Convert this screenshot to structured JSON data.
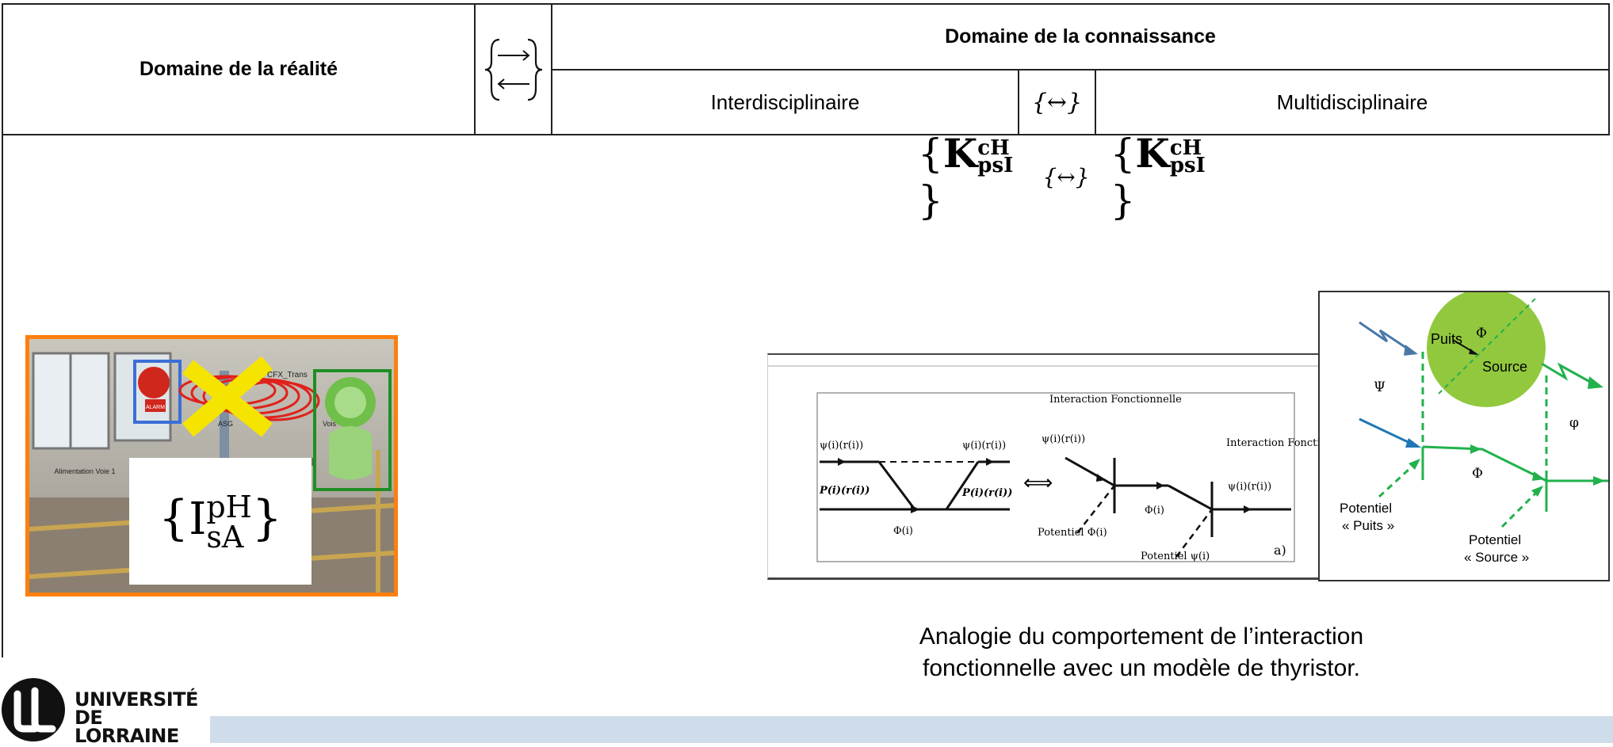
{
  "header": {
    "reality": "Domaine de la réalité",
    "knowledge": "Domaine de la connaissance",
    "inter": "Interdisciplinaire",
    "multi": "Multidisciplinaire",
    "arrow_right": "→",
    "arrow_left": "←",
    "biarrow": "↔"
  },
  "math": {
    "K_base": "K",
    "K_sup": "cH",
    "K_sub": "psI",
    "I_base": "I",
    "I_sup": "pH",
    "I_sub": "sA"
  },
  "photo": {
    "labels": [
      "ALARM",
      "CFX_Trans",
      "ASG",
      "Vois",
      "Alimentation Voie 1"
    ]
  },
  "thyristor": {
    "interaction_label": "Interaction Fonctionnelle",
    "interaction_label_right": "Interaction Fonctionnelle",
    "psi_label": "ψ(i)(r(i))",
    "p_label": "P(i)(r(i))",
    "phi_label": "Φ(i)",
    "potentiel_phi": "Potentiel Φ(i)",
    "potentiel_psi": "Potentiel ψ(i)",
    "equiv": "⟺",
    "panel_label": "a)"
  },
  "potential_diagram": {
    "puits": "Puits",
    "source": "Source",
    "phi": "Φ",
    "psi": "Ψ",
    "varphi": "φ",
    "pot_puits_1": "Potentiel",
    "pot_puits_2": "« Puits »",
    "pot_source_1": "Potentiel",
    "pot_source_2": "« Source »"
  },
  "caption": {
    "line1": "Analogie du comportement de l’interaction",
    "line2": "fonctionnelle avec un modèle de thyristor."
  },
  "logo": {
    "line1": "UNIVERSITÉ",
    "line2": "DE LORRAINE"
  },
  "colors": {
    "orange_border": "#ff7f0e",
    "green_circle": "#92c83e",
    "green_line": "#22b14c",
    "blue_line": "#1f77b4",
    "footer_band": "#cfdcea",
    "yellow_cross": "#f5e400"
  }
}
